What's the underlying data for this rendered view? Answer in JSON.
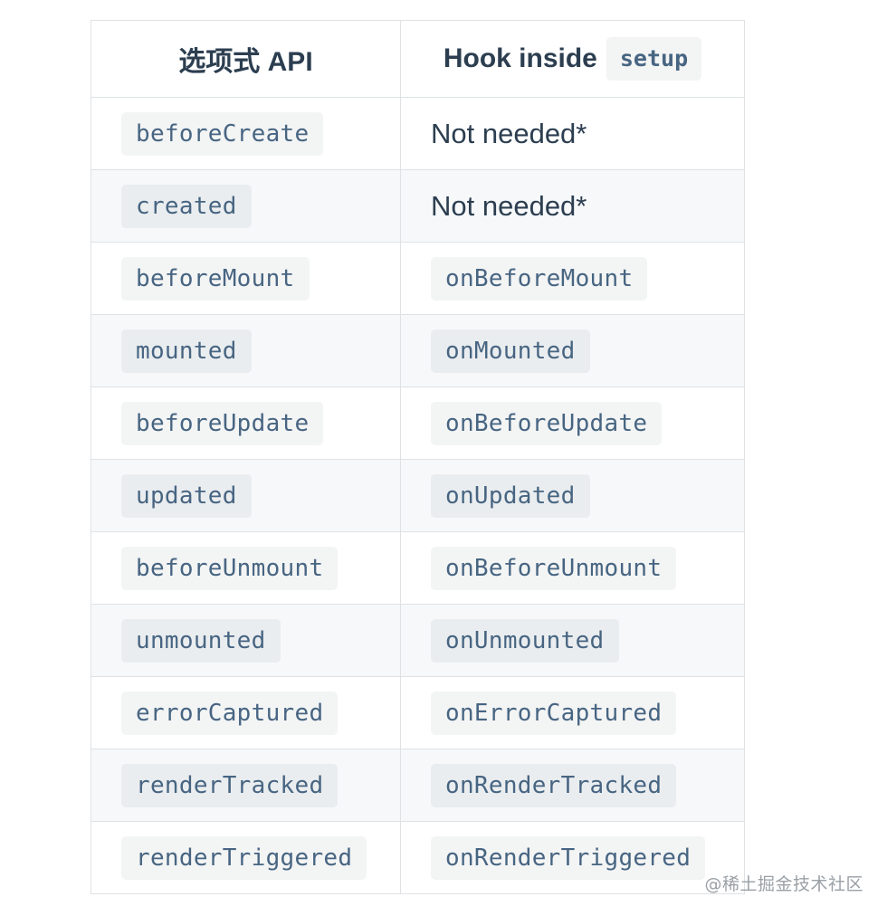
{
  "header": {
    "col1": "选项式 API",
    "col2_text": "Hook inside",
    "col2_code": "setup"
  },
  "rows": [
    {
      "options": "beforeCreate",
      "hook": "Not needed*",
      "hook_is_code": false
    },
    {
      "options": "created",
      "hook": "Not needed*",
      "hook_is_code": false
    },
    {
      "options": "beforeMount",
      "hook": "onBeforeMount",
      "hook_is_code": true
    },
    {
      "options": "mounted",
      "hook": "onMounted",
      "hook_is_code": true
    },
    {
      "options": "beforeUpdate",
      "hook": "onBeforeUpdate",
      "hook_is_code": true
    },
    {
      "options": "updated",
      "hook": "onUpdated",
      "hook_is_code": true
    },
    {
      "options": "beforeUnmount",
      "hook": "onBeforeUnmount",
      "hook_is_code": true
    },
    {
      "options": "unmounted",
      "hook": "onUnmounted",
      "hook_is_code": true
    },
    {
      "options": "errorCaptured",
      "hook": "onErrorCaptured",
      "hook_is_code": true
    },
    {
      "options": "renderTracked",
      "hook": "onRenderTracked",
      "hook_is_code": true
    },
    {
      "options": "renderTriggered",
      "hook": "onRenderTriggered",
      "hook_is_code": true
    }
  ],
  "watermark": "@稀土掘金技术社区",
  "colors": {
    "code_text": "#476582",
    "heading_text": "#2c3e50",
    "border": "#dfe2e5",
    "stripe": "#f6f8fa"
  }
}
